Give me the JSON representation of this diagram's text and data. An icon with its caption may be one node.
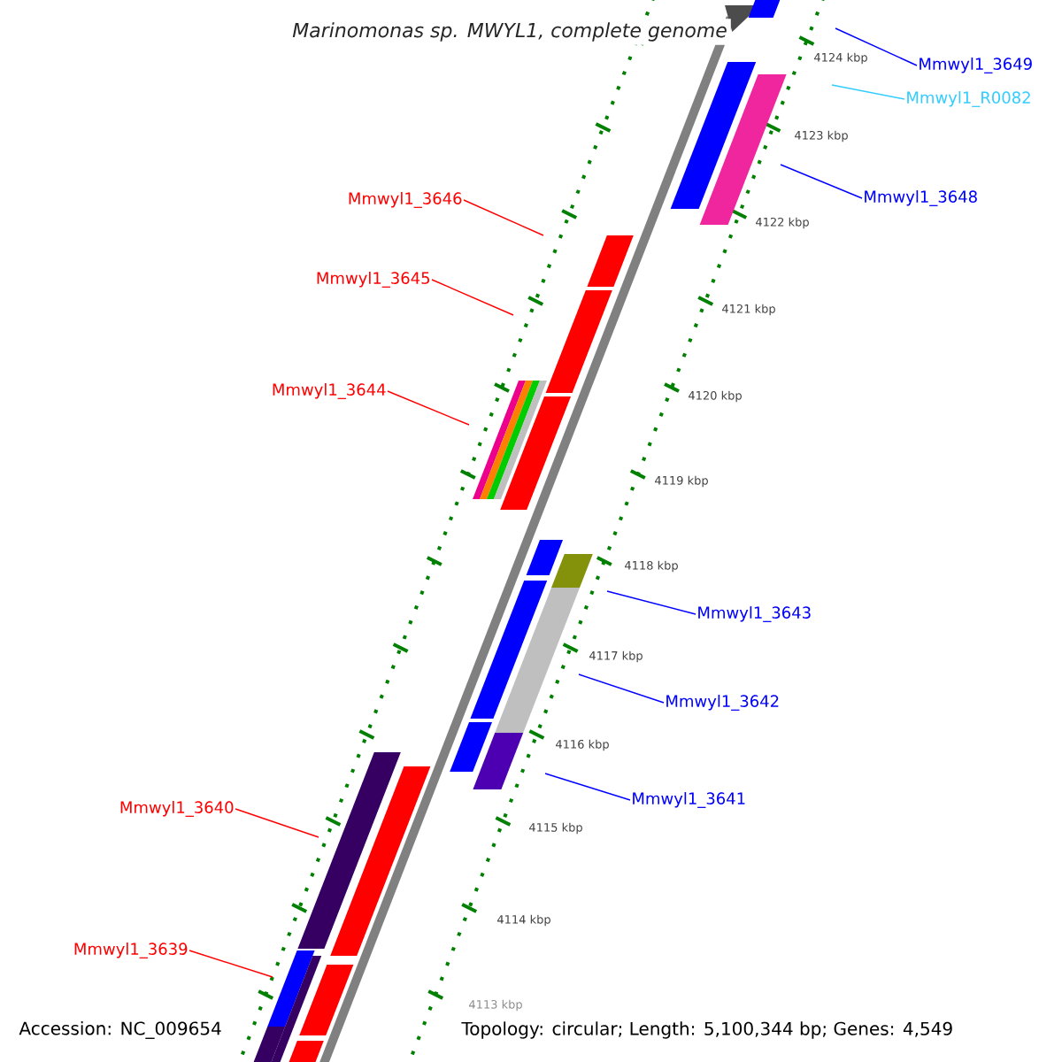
{
  "diagram": {
    "title": "Marinomonas sp. MWYL1, complete genome",
    "nodes": [
      {
        "text": [
          "Mmwyl1_3649"
        ]
      },
      {
        "text": [
          "Mmwyl1_R0082"
        ]
      },
      {
        "text": [
          "Mmwyl1_3648"
        ]
      },
      {
        "text": [
          "Mmwyl1_3646"
        ]
      },
      {
        "text": [
          "Mmwyl1_3645"
        ]
      },
      {
        "text": [
          "Mmwyl1_3644"
        ]
      },
      {
        "text": [
          "Mmwyl1_3643"
        ]
      },
      {
        "text": [
          "Mmwyl1_3642"
        ]
      },
      {
        "text": [
          "Mmwyl1_3641"
        ]
      },
      {
        "text": [
          "Mmwyl1_3640"
        ]
      },
      {
        "text": [
          "Mmwyl1_3639"
        ]
      }
    ],
    "edges": [
      {
        "from": 0,
        "to": null,
        "arrow": "none",
        "color": "#0000ff"
      },
      {
        "from": 1,
        "to": null,
        "arrow": "none",
        "color": "#33ccff"
      },
      {
        "from": 2,
        "to": null,
        "arrow": "none",
        "color": "#0000ff"
      },
      {
        "from": 3,
        "to": null,
        "arrow": "none",
        "color": "#ff0000"
      },
      {
        "from": 4,
        "to": null,
        "arrow": "none",
        "color": "#ff0000"
      },
      {
        "from": 5,
        "to": null,
        "arrow": "none",
        "color": "#ff0000"
      },
      {
        "from": 6,
        "to": null,
        "arrow": "none",
        "color": "#0000ff"
      },
      {
        "from": 7,
        "to": null,
        "arrow": "none",
        "color": "#0000ff"
      },
      {
        "from": 8,
        "to": null,
        "arrow": "none",
        "color": "#0000ff"
      },
      {
        "from": 9,
        "to": null,
        "arrow": "none",
        "color": "#ff0000"
      },
      {
        "from": 10,
        "to": null,
        "arrow": "none",
        "color": "#ff0000"
      }
    ],
    "labels": [
      "4124 kbp",
      "4123 kbp",
      "4122 kbp",
      "4121 kbp",
      "4120 kbp",
      "4119 kbp",
      "4118 kbp",
      "4117 kbp",
      "4116 kbp",
      "4115 kbp",
      "4114 kbp",
      "4113 kbp",
      "Accession: NC_009654",
      "Topology: circular; Length: 5,100,344 bp; Genes: 4,549"
    ]
  }
}
